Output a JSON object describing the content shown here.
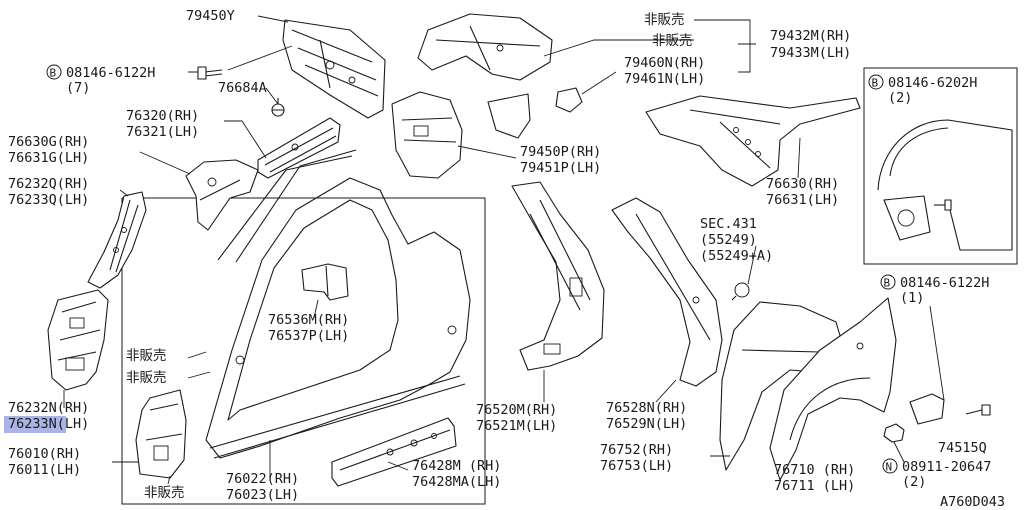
{
  "callouts": {
    "p79450Y": "79450Y",
    "bolt08146_6122H_top": "08146-6122H",
    "bolt08146_6122H_top_qty": "(7)",
    "p76684A": "76684A",
    "p76320": "76320(RH)",
    "p76321": "76321(LH)",
    "p76630G": "76630G(RH)",
    "p76631G": "76631G(LH)",
    "p76232Q": "76232Q(RH)",
    "p76233Q": "76233Q(LH)",
    "p76232N": "76232N(RH)",
    "p76233N": "76233N(LH)",
    "p76010": "76010(RH)",
    "p76011": "76011(LH)",
    "nfs1": "非販売",
    "nfs2": "非販売",
    "nfs3": "非販売",
    "nfs4": "非販売",
    "nfs5": "非販売",
    "p76536M": "76536M(RH)",
    "p76537P": "76537P(LH)",
    "p76022": "76022(RH)",
    "p76023": "76023(LH)",
    "p76428M": "76428M (RH)",
    "p76428MA": "76428MA(LH)",
    "p79432M": "79432M(RH)",
    "p79433M": "79433M(LH)",
    "p79460N": "79460N(RH)",
    "p79461N": "79461N(LH)",
    "p79450P": "79450P(RH)",
    "p79451P": "79451P(LH)",
    "sec431": "SEC.431",
    "p55249": "(55249)",
    "p55249A": "(55249+A)",
    "p76520M": "76520M(RH)",
    "p76521M": "76521M(LH)",
    "p76528N": "76528N(RH)",
    "p76529N": "76529N(LH)",
    "p76630": "76630(RH)",
    "p76631": "76631(LH)",
    "bolt08146_6202H": "08146-6202H",
    "bolt08146_6202H_qty": "(2)",
    "bolt08146_6122H_right": "08146-6122H",
    "bolt08146_6122H_right_qty": "(1)",
    "p74515Q": "74515Q",
    "p76752": "76752(RH)",
    "p76753": "76753(LH)",
    "p76710": "76710 (RH)",
    "p76711": "76711 (LH)",
    "nut08911": "08911-20647",
    "nut08911_qty": "(2)",
    "diagram_code": "A760D043"
  },
  "symbols": {
    "bolt_b": "B",
    "nut_n": "N"
  },
  "highlight_color": "#aab4e6",
  "line_color": "#1a1a1a"
}
